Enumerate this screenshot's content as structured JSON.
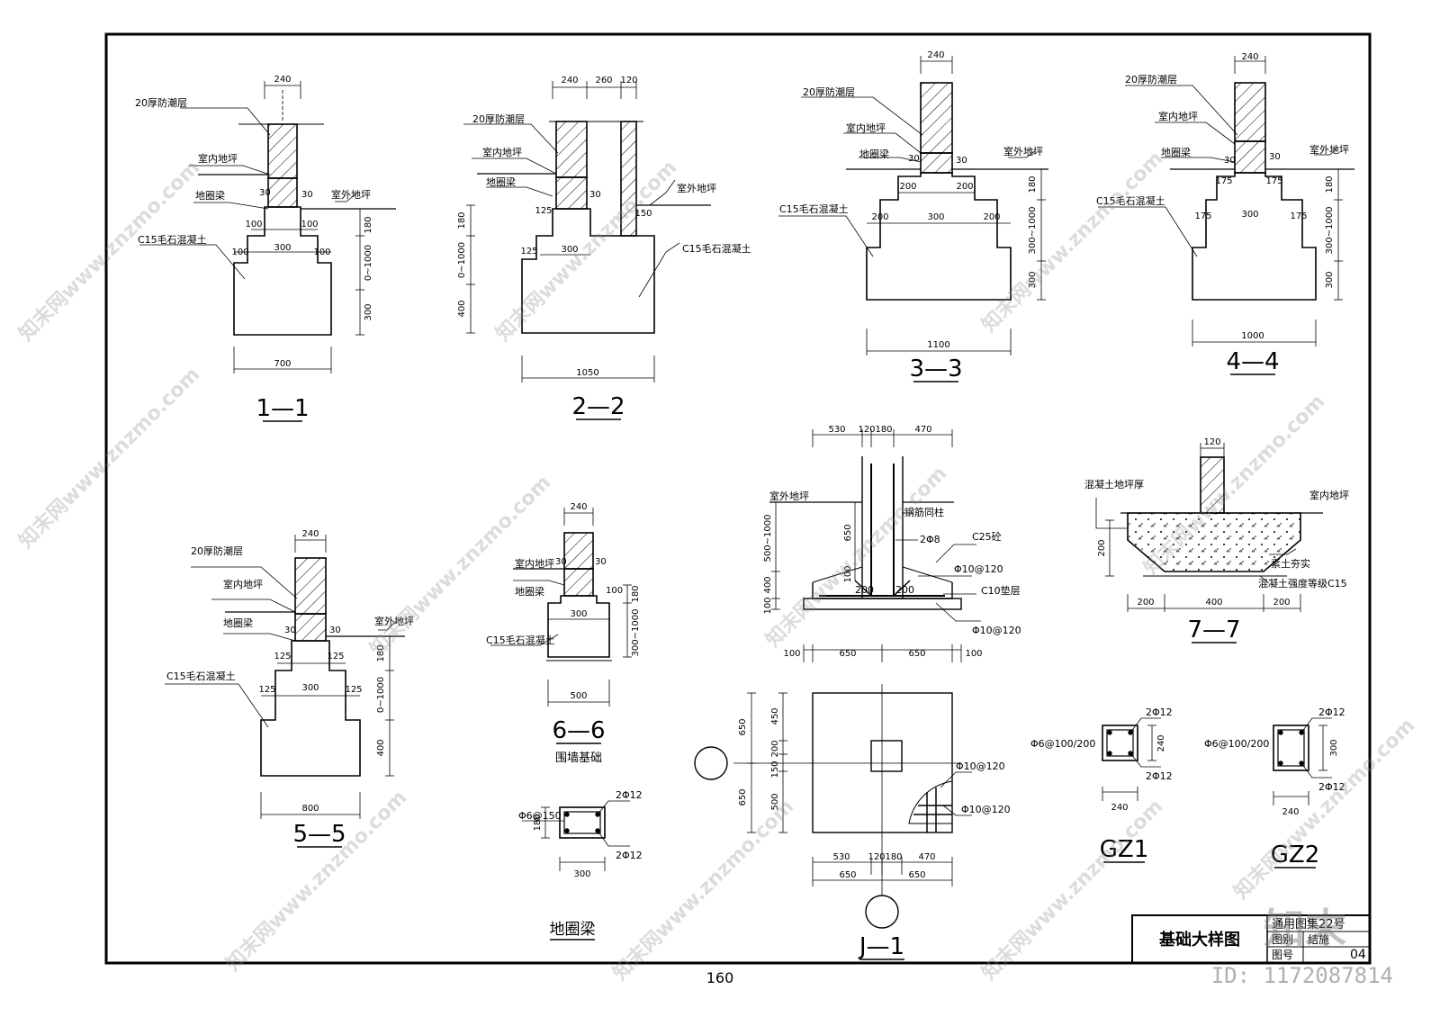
{
  "sheet": {
    "title": "基础大样图",
    "project": "通用图集22号",
    "drawing_label": "图别",
    "drawing_value": "结施",
    "number_label": "图号",
    "number_value": "04",
    "page_number": "160"
  },
  "common_labels": {
    "dpc": "20厚防潮层",
    "indoor_floor": "室内地坪",
    "outdoor_floor": "室外地坪",
    "ring_beam": "地圈梁",
    "rubble_concrete": "C15毛石混凝土"
  },
  "sections": {
    "s1": {
      "title": "1—1",
      "d_wall": "240",
      "d30a": "30",
      "d30b": "30",
      "d_step1a": "100",
      "d_step1b": "100",
      "d_mid": "300",
      "d_step2a": "100",
      "d_step2b": "100",
      "d_width": "700",
      "d_h180": "180",
      "d_hvar": "0~1000",
      "d_h300": "300"
    },
    "s2": {
      "title": "2—2",
      "d240": "240",
      "d260": "260",
      "d120": "120",
      "d30": "30",
      "d125a": "125",
      "d150": "150",
      "d300": "300",
      "d125b": "125",
      "d_width": "1050",
      "d_h180": "180",
      "d_hvar": "0~1000",
      "d_h400": "400"
    },
    "s3": {
      "title": "3—3",
      "d_wall": "240",
      "d30a": "30",
      "d30b": "30",
      "d200a": "200",
      "d200b": "200",
      "d300": "300",
      "d200c": "200",
      "d200d": "200",
      "d_width": "1100",
      "d_h180": "180",
      "d_hvar": "300~1000",
      "d_h300": "300"
    },
    "s4": {
      "title": "4—4",
      "d_wall": "240",
      "d30a": "30",
      "d30b": "30",
      "d175a": "175",
      "d175b": "175",
      "d300": "300",
      "d175c": "175",
      "d175d": "175",
      "d_width": "1000",
      "d_h180": "180",
      "d_hvar": "300~1000",
      "d_h300": "300"
    },
    "s5": {
      "title": "5—5",
      "d_wall": "240",
      "d30a": "30",
      "d30b": "30",
      "d125a": "125",
      "d125b": "125",
      "d300": "300",
      "d125c": "125",
      "d125d": "125",
      "d_width": "800",
      "d_h180": "180",
      "d_hvar": "0~1000",
      "d_h400": "400"
    },
    "s6": {
      "title": "6—6",
      "subtitle": "围墙基础",
      "d240": "240",
      "d30a": "30",
      "d30b": "30",
      "d100": "100",
      "d300": "300",
      "d_width": "500",
      "d_h180": "180",
      "d_hvar": "300~1000"
    },
    "s7": {
      "title": "7—7",
      "slab_label": "混凝土地坪厚",
      "tamped_label": "素土夯实",
      "strength_label": "混凝土强度等级C15",
      "d120": "120",
      "d200h": "200",
      "d200a": "200",
      "d400": "400",
      "d200b": "200"
    },
    "j1": {
      "title": "J—1",
      "top_dims": [
        "530",
        "120",
        "180",
        "470"
      ],
      "anchor_label": "钢筋同柱",
      "r2phi8": "2Φ8",
      "c25": "C25砼",
      "rphi10a": "Φ10@120",
      "c10": "C10垫层",
      "rphi10b": "Φ10@120",
      "d650v": "650",
      "d100v": "100",
      "d200a": "200",
      "d200b": "200",
      "d_hvar": "500~1000",
      "d_h400": "400",
      "d_h100": "100",
      "bottom_dims": [
        "100",
        "650",
        "650",
        "100"
      ],
      "plan_left_top": "650",
      "plan_left_bottom": "650",
      "plan_v450": "450",
      "plan_v200": "200",
      "plan_v150": "150",
      "plan_v500": "500",
      "plan_rebar1": "Φ10@120",
      "plan_rebar2": "Φ10@120",
      "plan_dims1": [
        "530",
        "120",
        "180",
        "470"
      ],
      "plan_dims2": [
        "650",
        "650"
      ]
    },
    "ring_beam": {
      "title": "地圈梁",
      "top_bar": "2Φ12",
      "stirrup": "Φ6@150",
      "bottom_bar": "2Φ12",
      "height": "180",
      "width": "300"
    },
    "gz1": {
      "title": "GZ1",
      "top_bar": "2Φ12",
      "stirrup": "Φ6@100/200",
      "bottom_bar": "2Φ12",
      "height": "240",
      "width": "240"
    },
    "gz2": {
      "title": "GZ2",
      "top_bar": "2Φ12",
      "stirrup": "Φ6@100/200",
      "bottom_bar": "2Φ12",
      "height": "300",
      "width": "240"
    }
  },
  "watermark": {
    "text": "知末网www.znzmo.com",
    "logo": "知末",
    "id": "ID: 1172087814"
  }
}
